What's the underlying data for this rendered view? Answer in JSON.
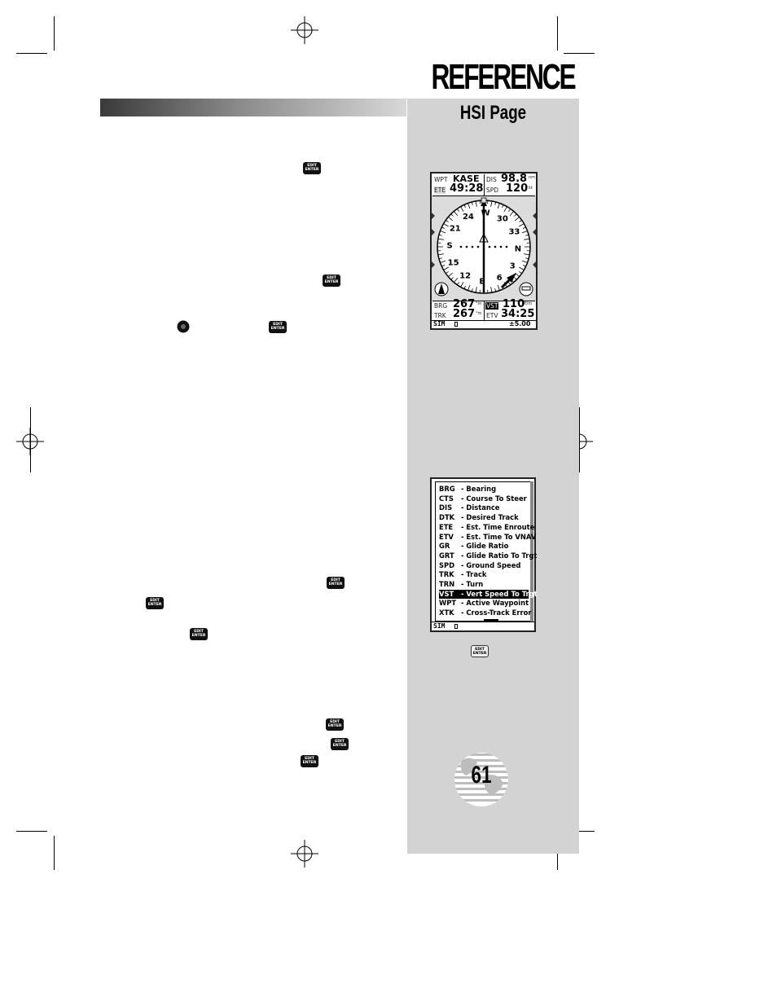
{
  "header": {
    "section_title": "REFERENCE",
    "page_title": "HSI Page"
  },
  "key_label": "EDIT\nENTER",
  "hsi": {
    "wpt_label": "WPT",
    "wpt_value": "KASE",
    "dis_label": "DIS",
    "dis_value": "98.8",
    "dis_unit": "nm",
    "ete_label": "ETE",
    "ete_value": "49:28",
    "spd_label": "SPD",
    "spd_value": "120",
    "spd_unit": "kt",
    "compass": [
      "N",
      "3",
      "6",
      "E",
      "12",
      "15",
      "S",
      "21",
      "24",
      "W",
      "30",
      "33"
    ],
    "brg_label": "BRG",
    "brg_value": "267",
    "brg_unit": "°m",
    "vst_label": "VST",
    "vst_value": "110",
    "vst_unit": "ft/m",
    "trk_label": "TRK",
    "trk_value": "267",
    "trk_unit": "°m",
    "etv_label": "ETV",
    "etv_value": "34:25",
    "status": "SIM",
    "offset": "±5.00"
  },
  "menu": {
    "items": [
      {
        "code": "BRG",
        "desc": "- Bearing"
      },
      {
        "code": "CTS",
        "desc": "- Course To Steer"
      },
      {
        "code": "DIS",
        "desc": "- Distance"
      },
      {
        "code": "DTK",
        "desc": "- Desired Track"
      },
      {
        "code": "ETE",
        "desc": "- Est. Time Enroute"
      },
      {
        "code": "ETV",
        "desc": "- Est. Time To VNAV"
      },
      {
        "code": "GR",
        "desc": "- Glide Ratio"
      },
      {
        "code": "GRT",
        "desc": "- Glide Ratio To Trgt"
      },
      {
        "code": "SPD",
        "desc": "- Ground Speed"
      },
      {
        "code": "TRK",
        "desc": "- Track"
      },
      {
        "code": "TRN",
        "desc": "- Turn"
      },
      {
        "code": "VST",
        "desc": "- Vert Speed To Trgt"
      },
      {
        "code": "WPT",
        "desc": "- Active Waypoint"
      },
      {
        "code": "XTK",
        "desc": "- Cross-Track Error"
      }
    ],
    "selected_index": 11,
    "status": "SIM"
  },
  "page_number": "61",
  "colors": {
    "sidebar": "#d3d3d3",
    "highlight": "#000000"
  }
}
